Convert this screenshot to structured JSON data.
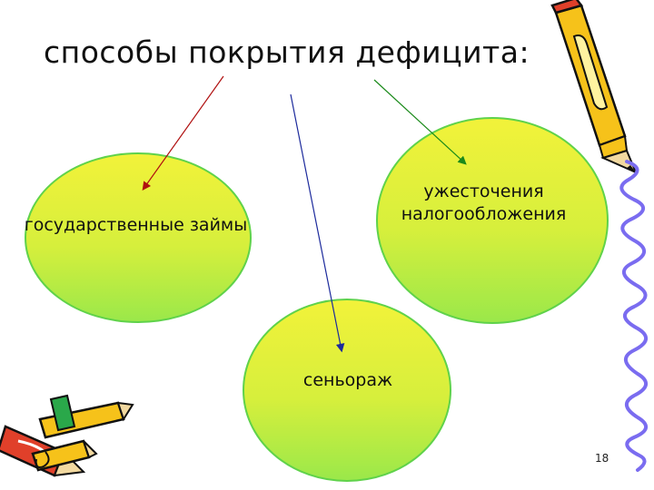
{
  "slide": {
    "title": "способы покрытия дефицита:",
    "methods": {
      "left": "государственные займы",
      "right": "ужесточения налогообложения",
      "bottom": "сеньораж"
    },
    "page_number": "18"
  },
  "colors": {
    "blob_top": "#f2f23a",
    "blob_bottom": "#9ae84a",
    "blob_border": "#5fd24a",
    "arrow_red": "#b01010",
    "arrow_green": "#1a8a1a",
    "arrow_blue": "#1c2a9c",
    "squiggle": "#7a6cf0",
    "pencil_yellow": "#f6c21a",
    "pencil_red": "#e0402a"
  }
}
